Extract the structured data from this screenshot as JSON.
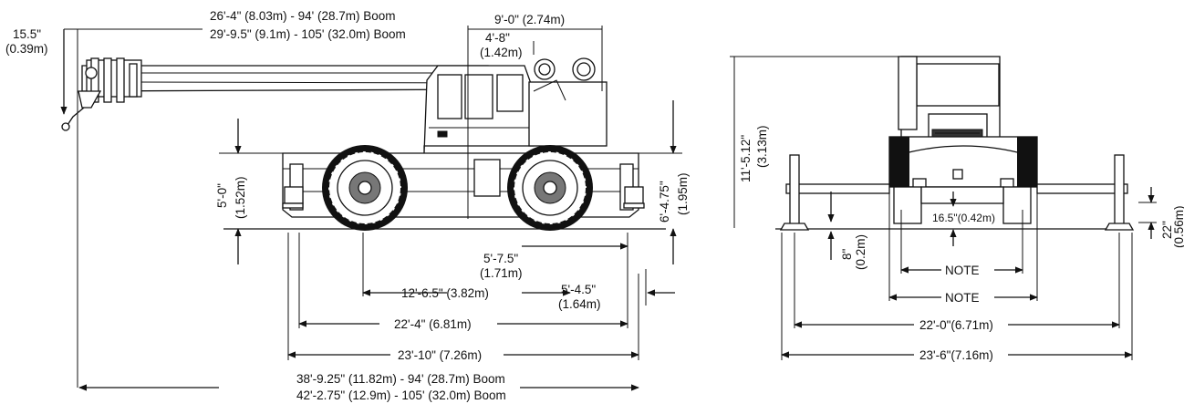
{
  "side_view": {
    "boom_tip_offset_ft": "15.5\"",
    "boom_tip_offset_m": "(0.39m)",
    "boom_length_94": "26'-4\" (8.03m) - 94' (28.7m) Boom",
    "boom_length_105": "29'-9.5\" (9.1m) - 105' (32.0m) Boom",
    "cab_to_rear": "9'-0\"  (2.74m)",
    "counterweight_ft": "4'-8\"",
    "counterweight_m": "(1.42m)",
    "boom_height_ft": "5'-0\"",
    "boom_height_m": "(1.52m)",
    "overall_height_ft": "6'-4.75\"",
    "overall_height_m": "(1.95m)",
    "rear_axle_ft": "5'-7.5\"",
    "rear_axle_m": "(1.71m)",
    "wheelbase": "12'-6.5\"  (3.82m)",
    "rear_overhang_ft": "5'-4.5\"",
    "rear_overhang_m": "(1.64m)",
    "outrigger_span": "22'-4\"  (6.81m)",
    "overall_length": "23'-10\"  (7.26m)",
    "total_length_94": "38'-9.25\" (11.82m) - 94' (28.7m) Boom",
    "total_length_105": "42'-2.75\" (12.9m) - 105' (32.0m) Boom"
  },
  "front_view": {
    "height_ft": "11'-5.12\"",
    "height_m": "(3.13m)",
    "ground_clearance": "16.5\"(0.42m)",
    "pad_ft": "8\"",
    "pad_m": "(0.2m)",
    "outrigger_drop_ft": "22\"",
    "outrigger_drop_m": "(0.56m)",
    "note_upper": "NOTE",
    "note_lower": "NOTE",
    "outrigger_width": "22'-0\"(6.71m)",
    "overall_width": "23'-6\"(7.16m)"
  }
}
